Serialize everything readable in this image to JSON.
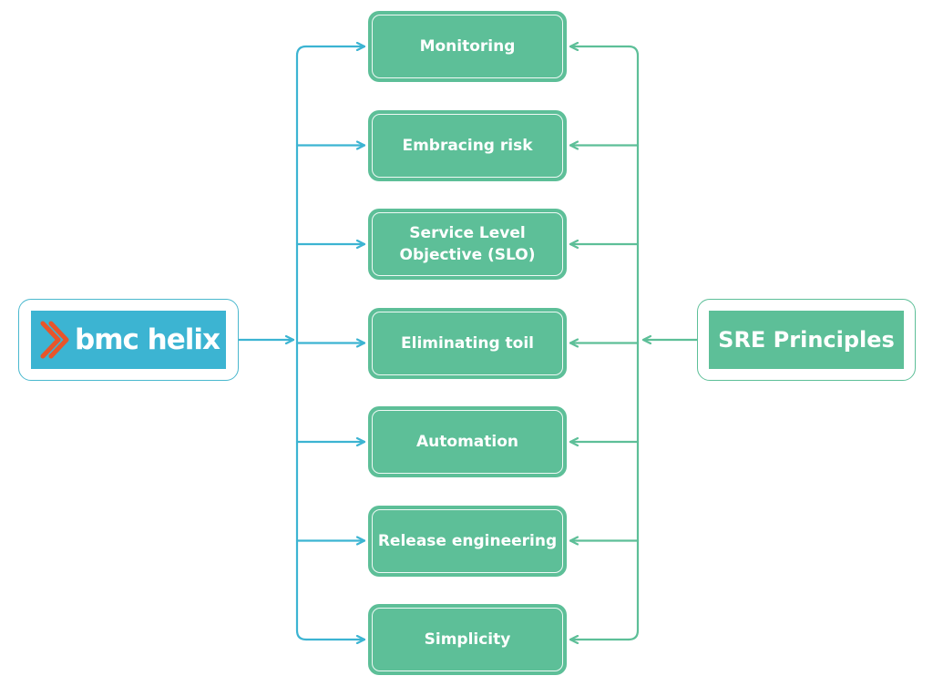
{
  "colors": {
    "green": "#5dbf98",
    "blue": "#3cb4d2",
    "logo_orange": "#e8552a"
  },
  "left_node": {
    "logo_text": "bmc helix",
    "logo_icon": "bmc-chevron-logo-icon"
  },
  "right_node": {
    "title": "SRE Principles"
  },
  "principles": [
    {
      "label": "Monitoring"
    },
    {
      "label": "Embracing risk"
    },
    {
      "label": "Service Level Objective (SLO)"
    },
    {
      "label": "Eliminating toil"
    },
    {
      "label": "Automation"
    },
    {
      "label": "Release engineering"
    },
    {
      "label": "Simplicity"
    }
  ]
}
